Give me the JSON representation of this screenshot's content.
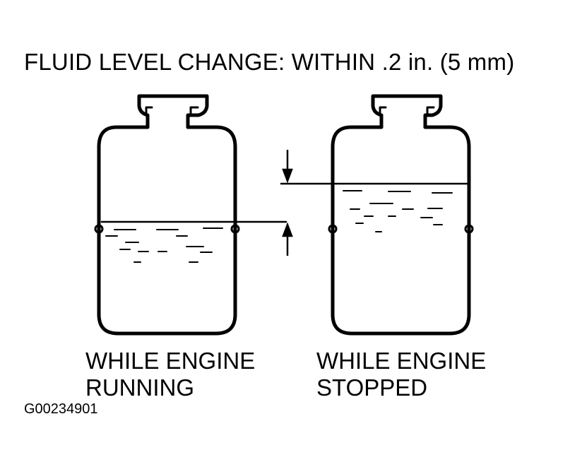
{
  "title": "FLUID LEVEL CHANGE: WITHIN  .2 in. (5 mm)",
  "reservoirs": [
    {
      "caption_line1": "WHILE ENGINE",
      "caption_line2": "RUNNING"
    },
    {
      "caption_line1": "WHILE ENGINE",
      "caption_line2": "STOPPED"
    }
  ],
  "figure_code": "G00234901"
}
